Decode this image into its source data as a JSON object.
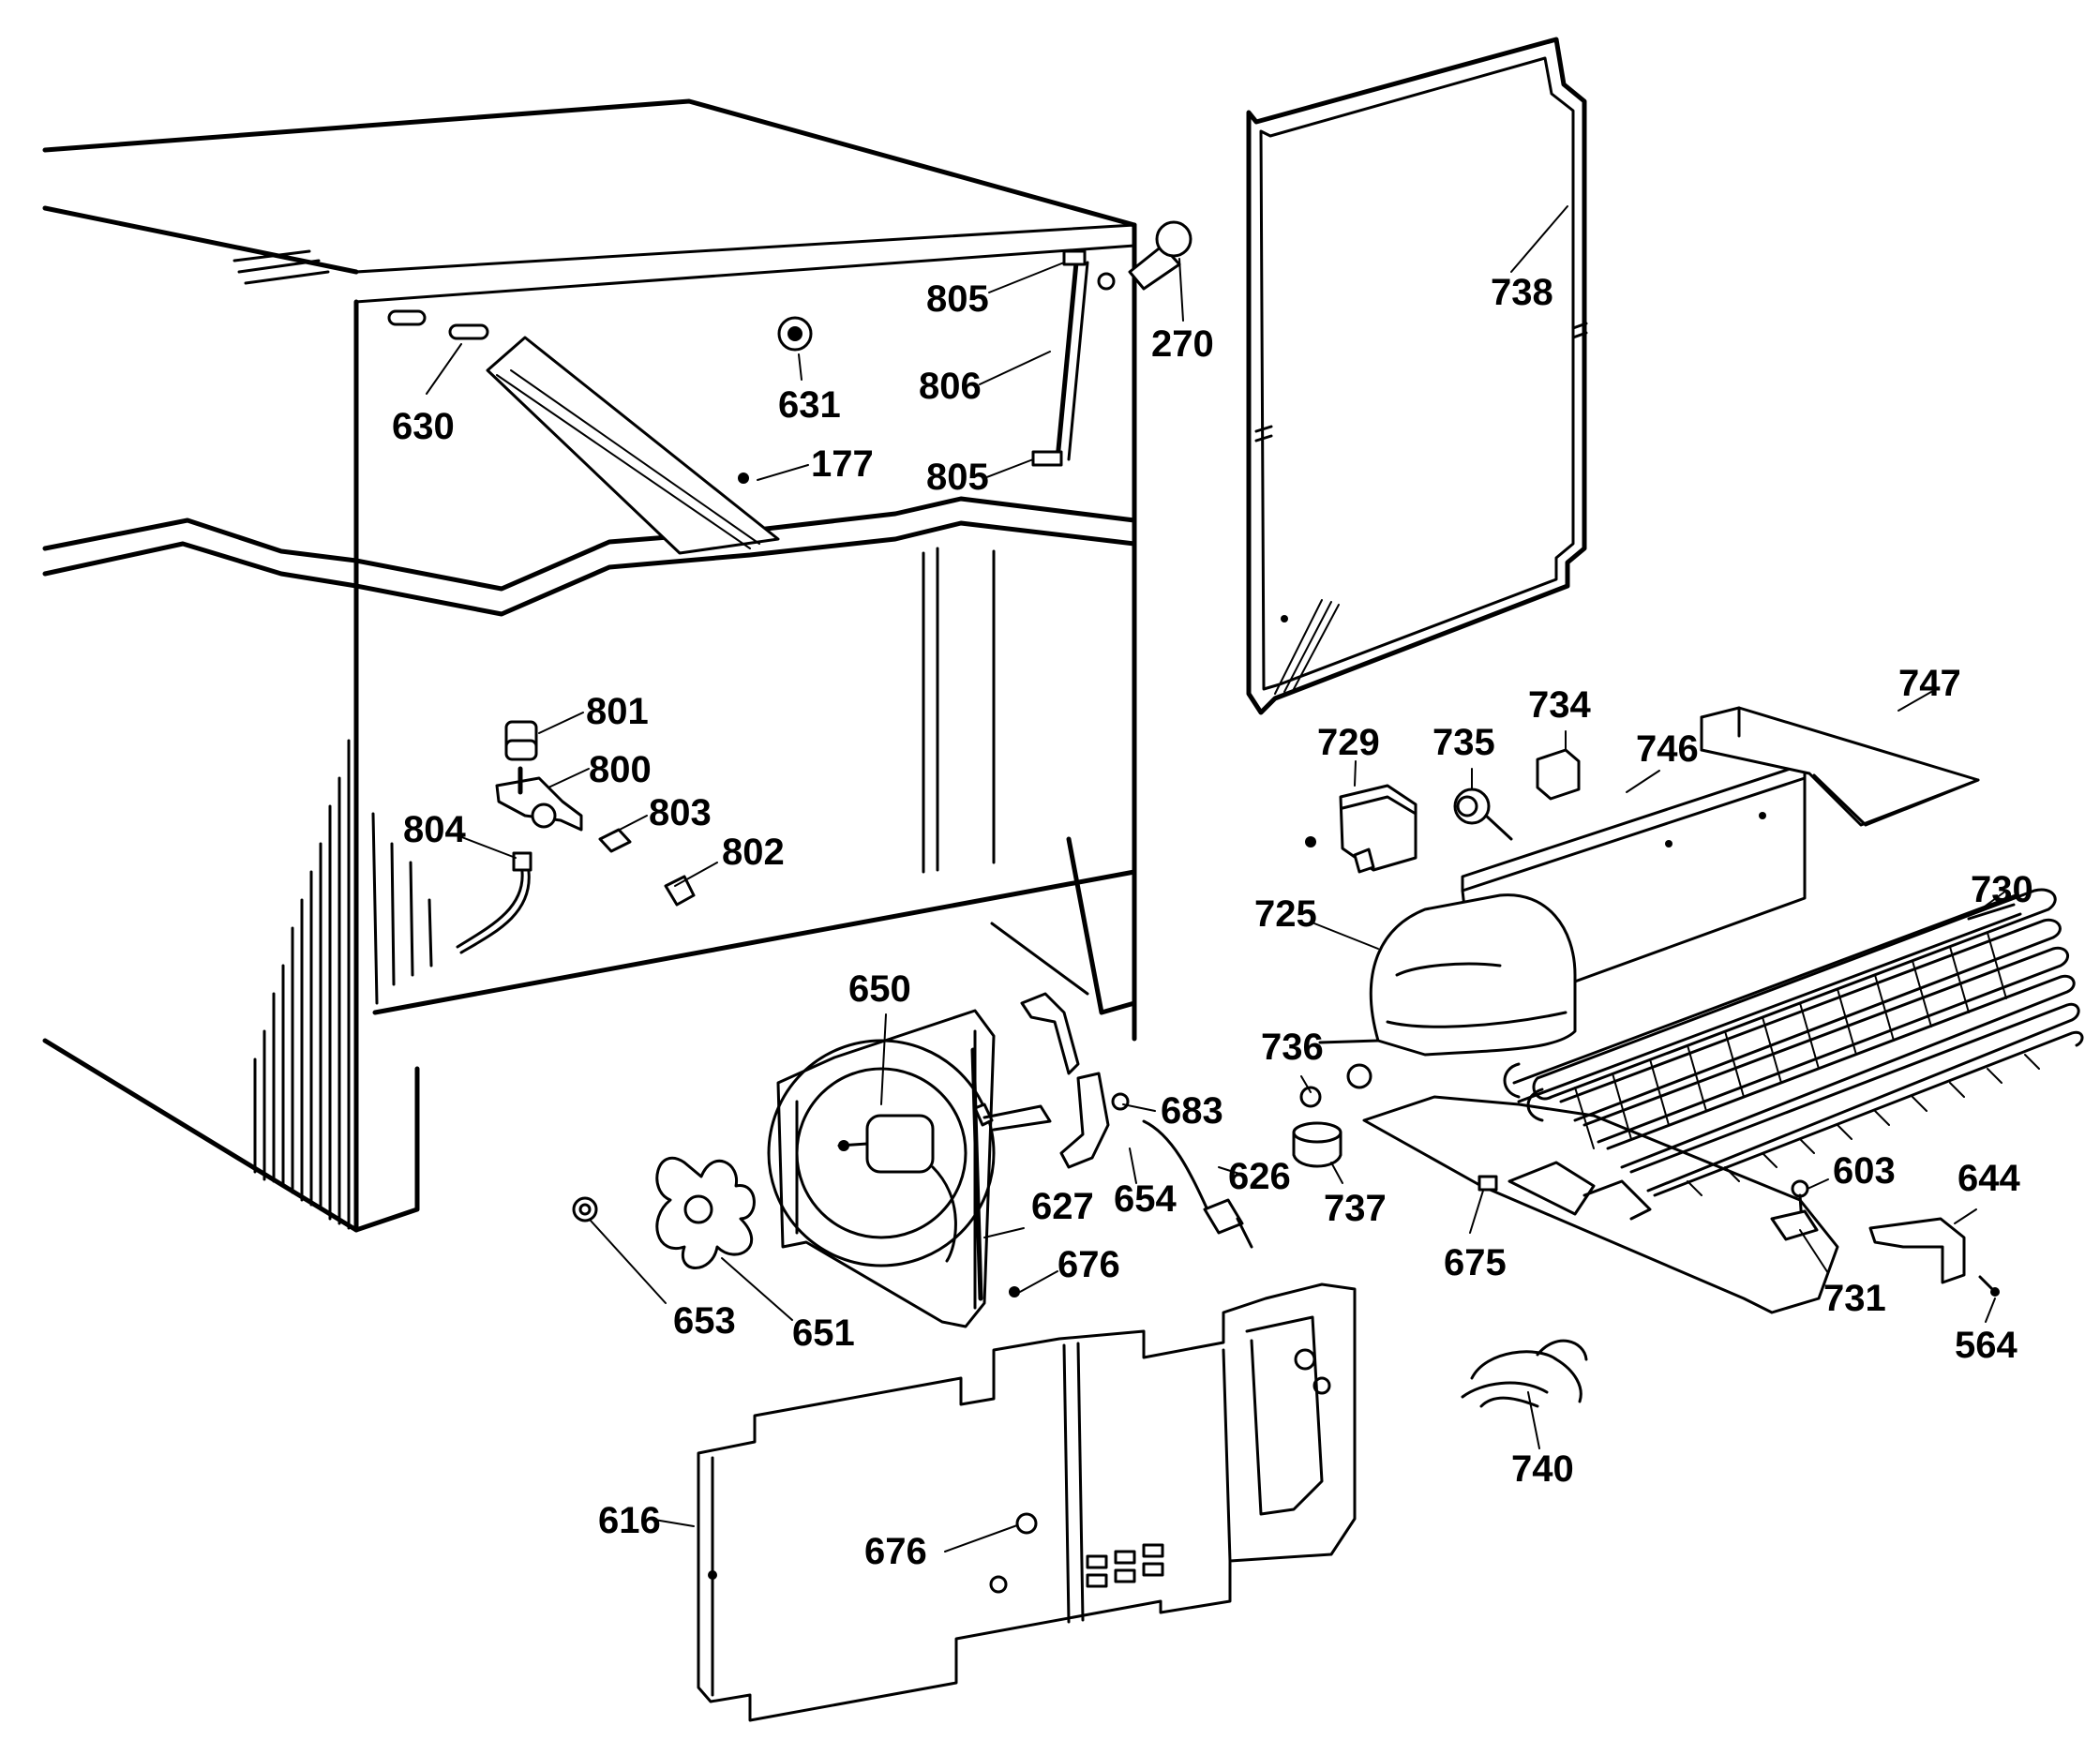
{
  "labels": {
    "p630": "630",
    "p631": "631",
    "p177": "177",
    "p805a": "805",
    "p806": "806",
    "p805b": "805",
    "p270": "270",
    "p738": "738",
    "p801": "801",
    "p800": "800",
    "p804": "804",
    "p803": "803",
    "p802": "802",
    "p729": "729",
    "p735": "735",
    "p734": "734",
    "p746": "746",
    "p747": "747",
    "p725": "725",
    "p730": "730",
    "p650": "650",
    "p683": "683",
    "p626": "626",
    "p654": "654",
    "p627": "627",
    "p676a": "676",
    "p653": "653",
    "p651": "651",
    "p736": "736",
    "p737": "737",
    "p675": "675",
    "p603": "603",
    "p731": "731",
    "p644": "644",
    "p564": "564",
    "p740": "740",
    "p616": "616",
    "p676b": "676"
  }
}
